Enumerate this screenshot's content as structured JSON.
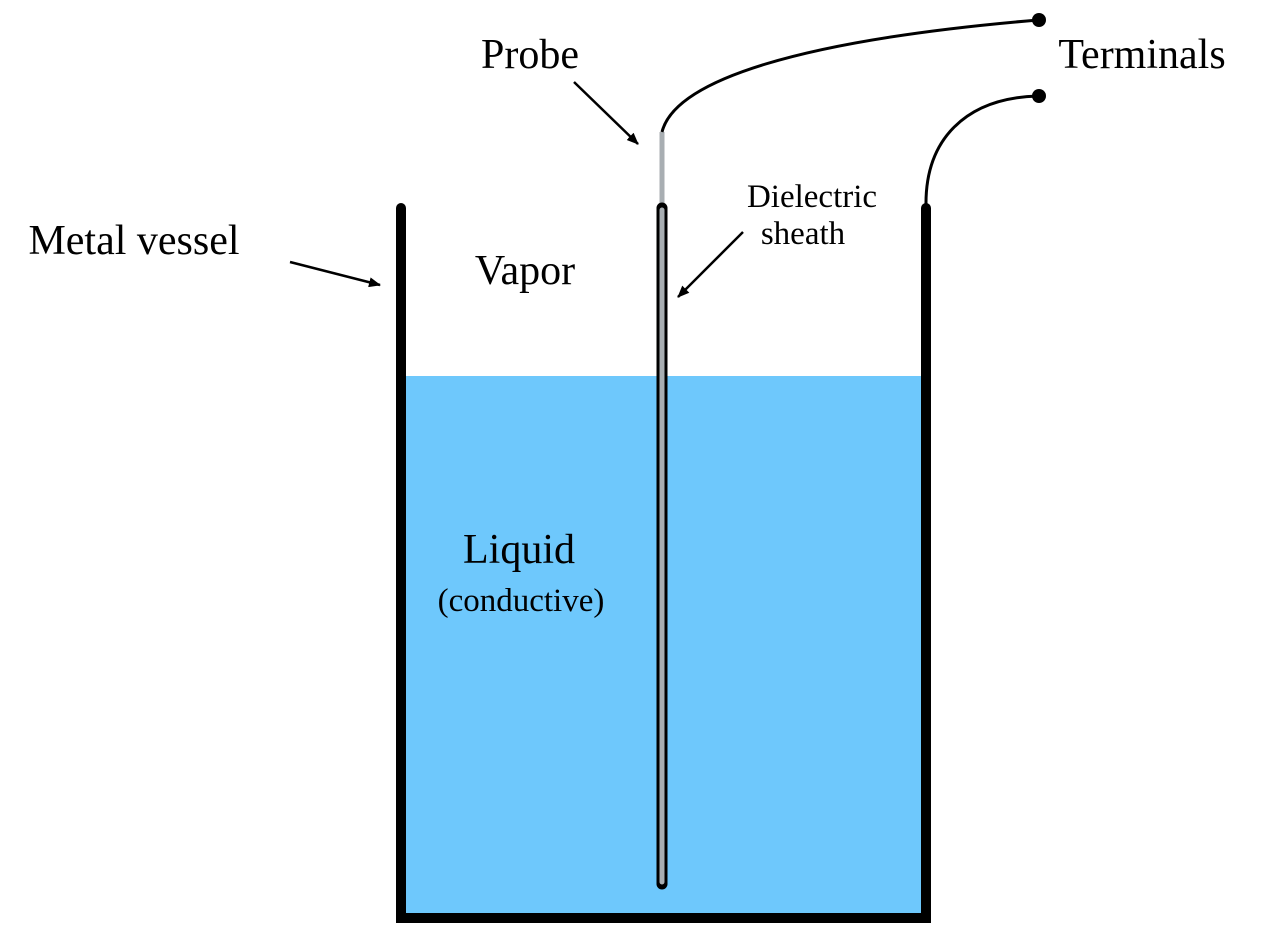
{
  "labels": {
    "probe": "Probe",
    "terminals": "Terminals",
    "metal_vessel": "Metal vessel",
    "vapor": "Vapor",
    "dielectric_line1": "Dielectric",
    "dielectric_line2": "sheath",
    "liquid": "Liquid",
    "liquid_note": "(conductive)"
  },
  "colors": {
    "liquid": "#6ec8fc",
    "vessel": "#000000",
    "probe": "#a8aeb2",
    "background": "#ffffff"
  }
}
